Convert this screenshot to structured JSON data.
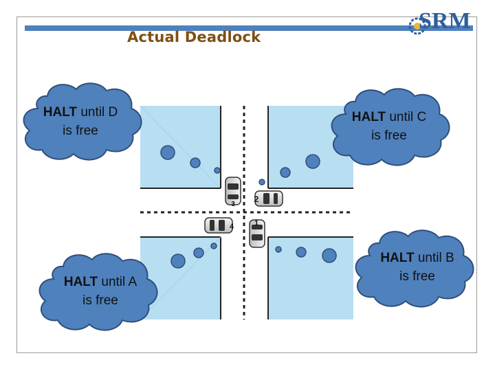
{
  "slide": {
    "title": "Actual Deadlock",
    "logo_text": "SRM"
  },
  "clouds": [
    {
      "id": "D",
      "line1_bold": "HALT",
      "line1_rest": " until D",
      "line2": "is free"
    },
    {
      "id": "C",
      "line1_bold": "HALT",
      "line1_rest": " until C",
      "line2": "is free"
    },
    {
      "id": "A",
      "line1_bold": "HALT",
      "line1_rest": " until A",
      "line2": "is free"
    },
    {
      "id": "B",
      "line1_bold": "HALT",
      "line1_rest": " until B",
      "line2": "is free"
    }
  ],
  "cars": [
    {
      "number": "1"
    },
    {
      "number": "2"
    },
    {
      "number": "3"
    },
    {
      "number": "4"
    }
  ],
  "colors": {
    "cloud_fill": "#4f81bd",
    "cloud_stroke": "#2f4f7a",
    "block_fill": "#b8def2",
    "dot_fill": "#4f81bd",
    "title_bar": "#4f81bd",
    "title_text": "#7f4f12"
  }
}
